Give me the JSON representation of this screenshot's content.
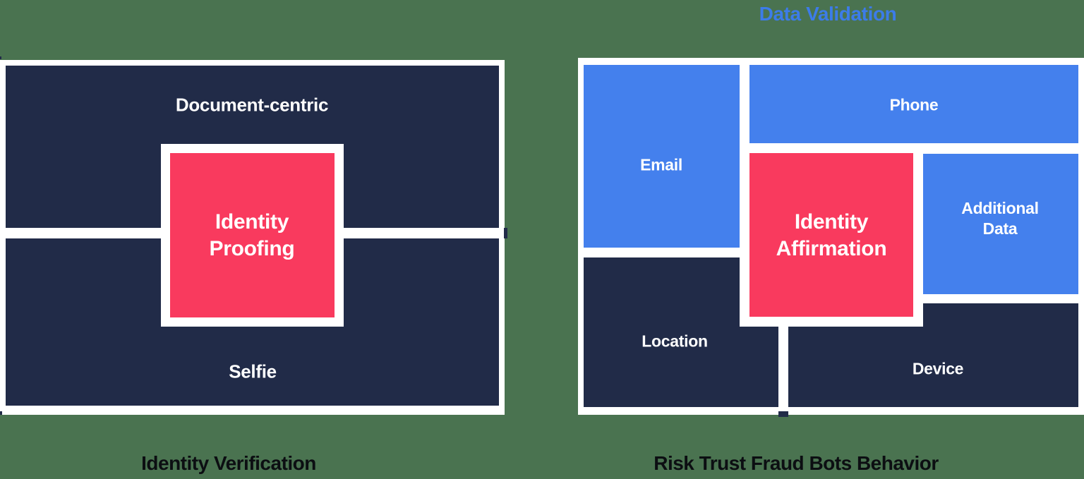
{
  "colors": {
    "bg": "#4A7350",
    "navy": "#212B48",
    "blue": "#4480ED",
    "pink": "#F93A5E",
    "white": "#FFFFFF",
    "title_blue": "#3C7CE9",
    "caption_ink": "#0C0E12"
  },
  "left_panel": {
    "caption": "Identity Verification",
    "top_cell": "Document-centric",
    "bottom_cell": "Selfie",
    "center_cell": {
      "line1": "Identity",
      "line2": "Proofing"
    }
  },
  "right_panel": {
    "title": "Data Validation",
    "caption": "Risk Trust Fraud Bots Behavior",
    "cells": {
      "email": "Email",
      "phone": "Phone",
      "additional": {
        "line1": "Additional",
        "line2": "Data"
      },
      "location": "Location",
      "device": "Device"
    },
    "center_cell": {
      "line1": "Identity",
      "line2": "Affirmation"
    }
  }
}
